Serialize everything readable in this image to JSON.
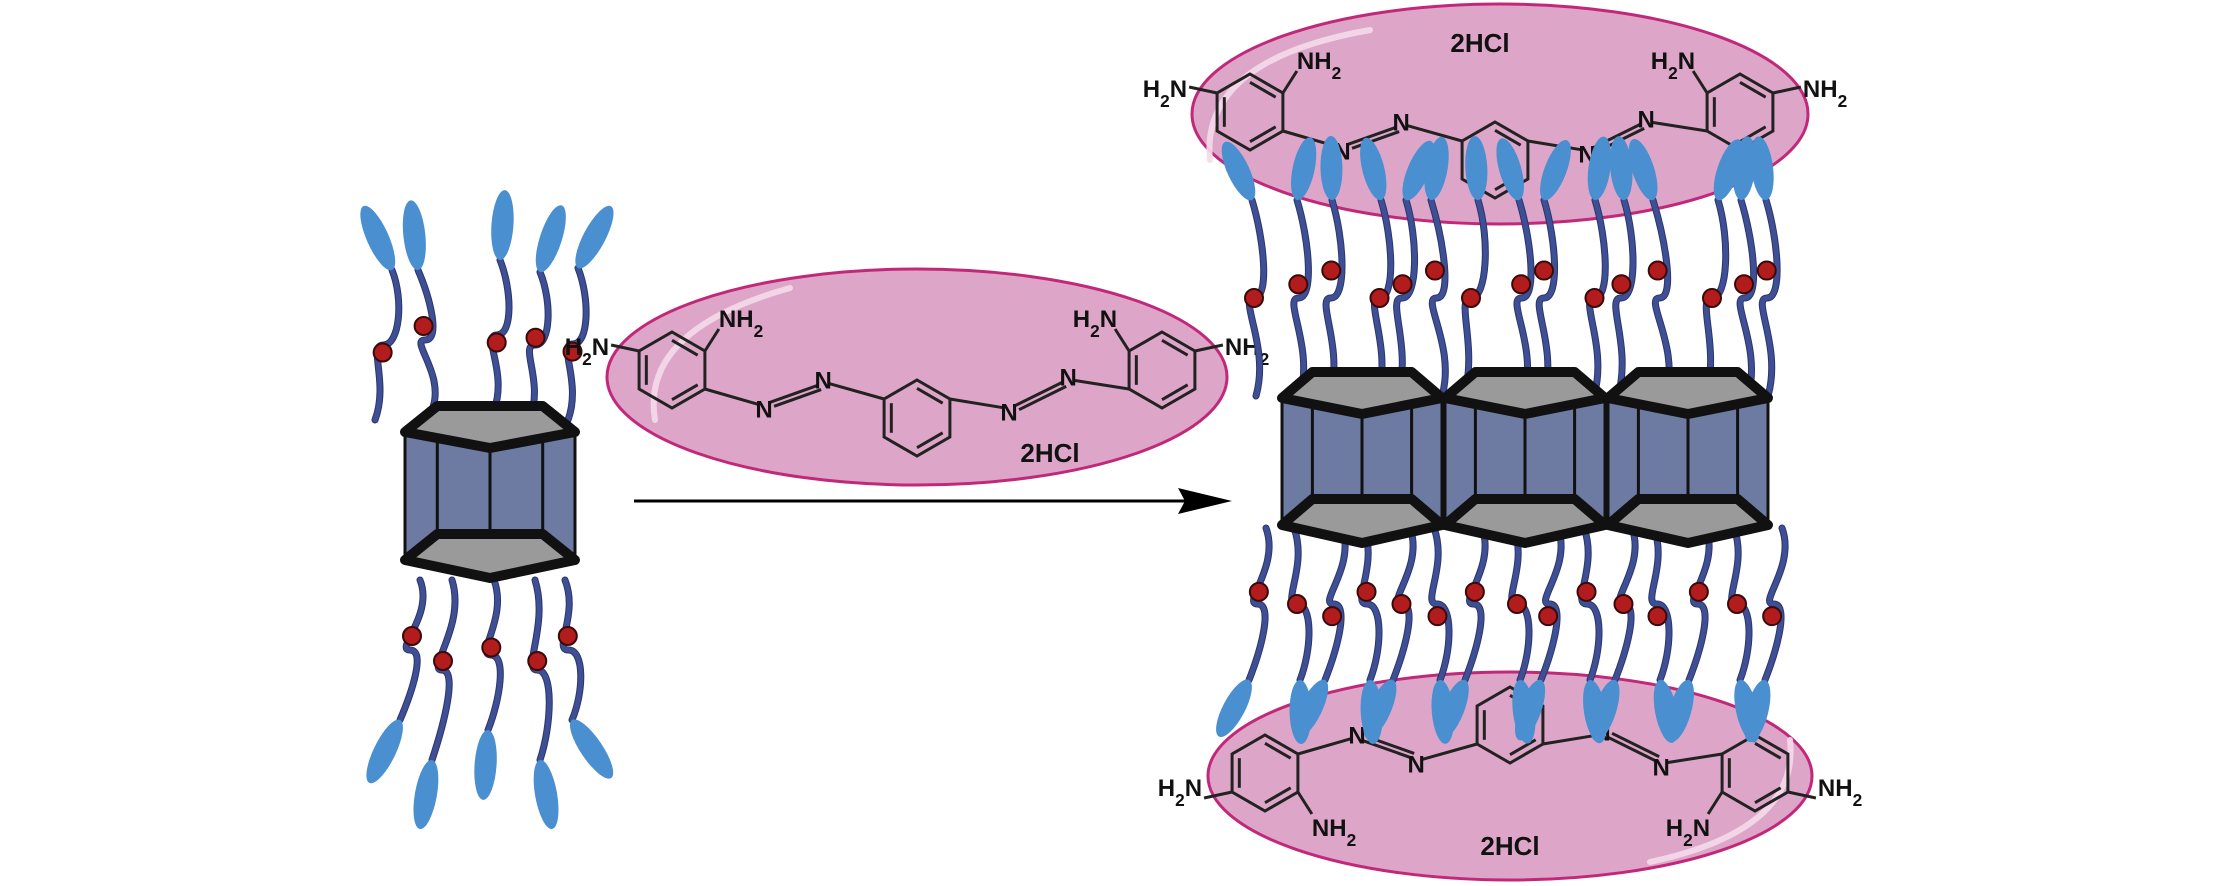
{
  "figure": {
    "description": "Supramolecular assembly scheme: pillararene-like macrocycle with ester-linked chains complexes with bis-azo diamine salt to form columnar stack",
    "colors": {
      "ellipse_fill": "#dda6c8",
      "ellipse_stroke": "#c2287a",
      "macrocycle_side": "#6d7aa2",
      "macrocycle_cap": "#9a9a9a",
      "chain": "#3f4f93",
      "ester_dot": "#b21c1c",
      "tail": "#4a8fd0",
      "arrow": "#000000"
    },
    "reagent": {
      "label_salt": "2HCl",
      "groups": {
        "left_para": "H2N",
        "left_ortho": "NH2",
        "right_ortho": "H2N",
        "right_para": "NH2",
        "azo_atom": "N"
      }
    },
    "product_top": {
      "label_salt": "2HCl",
      "groups": {
        "left_para": "H2N",
        "left_ortho": "NH2",
        "right_ortho": "H2N",
        "right_para": "NH2",
        "azo_atom": "N"
      }
    },
    "product_bottom": {
      "label_salt": "2HCl",
      "groups": {
        "left_para": "H2N",
        "left_ortho": "NH2",
        "right_ortho": "H2N",
        "right_para": "NH2",
        "azo_atom": "N"
      }
    },
    "macrocycle_count_product": 3
  }
}
